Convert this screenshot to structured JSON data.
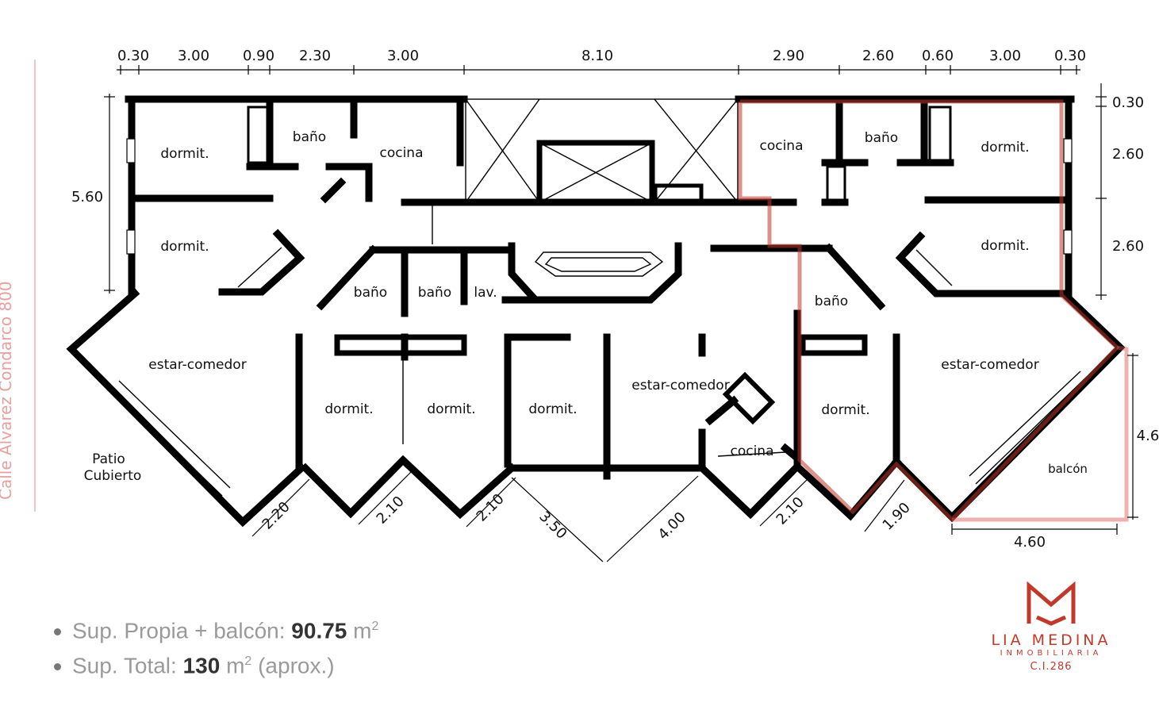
{
  "street_name": "Calle Alvarez Condarco 800",
  "dimensions": {
    "top": [
      "0.30",
      "3.00",
      "0.90",
      "2.30",
      "3.00",
      "8.10",
      "2.90",
      "2.60",
      "0.60",
      "3.00",
      "0.30"
    ],
    "left_height": "5.60",
    "right": [
      "0.30",
      "2.60",
      "2.60"
    ],
    "bottom": [
      "2.20",
      "2.10",
      "2.10",
      "3.50",
      "4.00",
      "2.10",
      "1.90"
    ],
    "balcony_height": "4.6",
    "balcony_width": "4.60"
  },
  "rooms": {
    "dormit": "dormit.",
    "bano": "baño",
    "cocina": "cocina",
    "estar_comedor": "estar-comedor",
    "lav": "lav.",
    "patio_line1": "Patio",
    "patio_line2": "Cubierto",
    "balcon": "balcón"
  },
  "info": {
    "sup_propia_label": "Sup. Propia + balcón:",
    "sup_propia_value": "90.75",
    "sup_propia_unit": "m",
    "sup_total_label": "Sup. Total:",
    "sup_total_value": "130",
    "sup_total_unit": "m",
    "sup_total_suffix": "(aprox.)",
    "unit_exp": "2"
  },
  "brand": {
    "name": "LIA MEDINA",
    "subtitle": "INMOBILIARIA",
    "ci": "C.I.286"
  },
  "colors": {
    "wall": "#000000",
    "highlight": "#c0392b",
    "brand": "#c0392b",
    "info_text": "#9a9a9a"
  }
}
